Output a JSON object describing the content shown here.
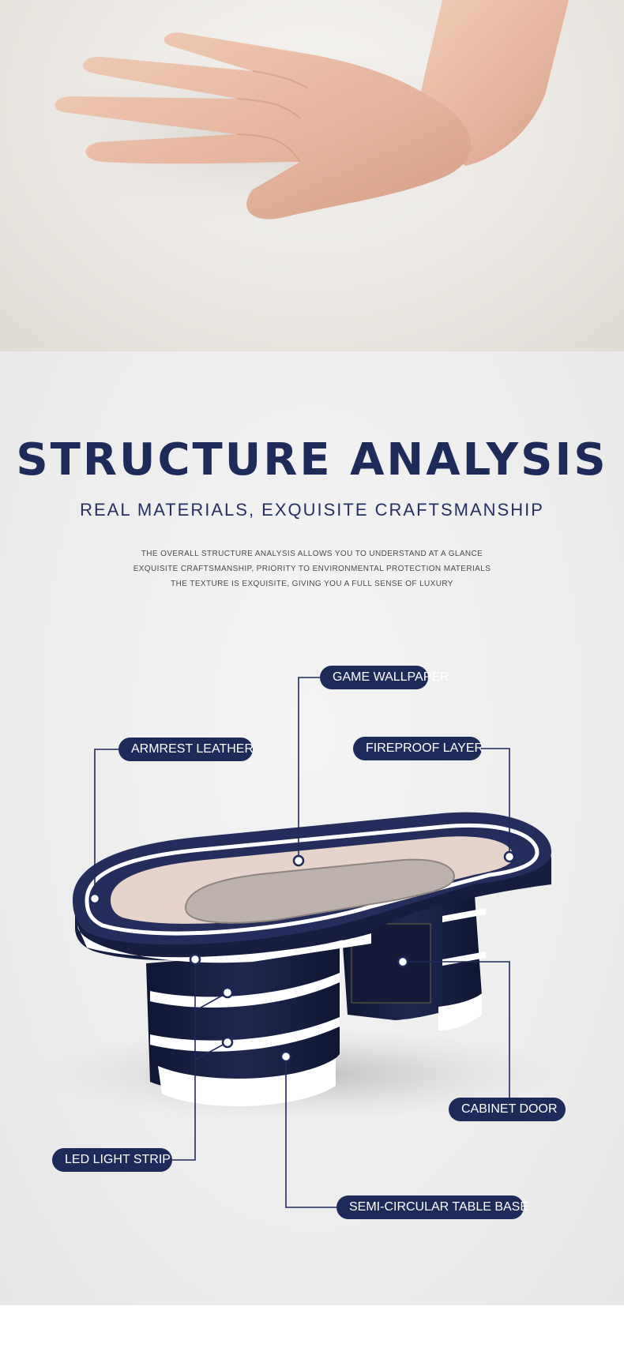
{
  "section": {
    "title": "STRUCTURE ANALYSIS",
    "subtitle": "REAL MATERIALS, EXQUISITE CRAFTSMANSHIP",
    "description": [
      "THE OVERALL STRUCTURE ANALYSIS ALLOWS YOU TO UNDERSTAND AT A GLANCE",
      "EXQUISITE CRAFTSMANSHIP, PRIORITY TO ENVIRONMENTAL PROTECTION MATERIALS",
      "THE TEXTURE IS EXQUISITE, GIVING YOU A FULL SENSE OF LUXURY"
    ]
  },
  "callouts": {
    "game_wallpaper": "GAME WALLPAPER",
    "armrest_leather": "ARMREST LEATHER",
    "fireproof_layer": "FIREPROOF LAYER",
    "cabinet_door": "CABINET DOOR",
    "led_light_strip": "LED LIGHT STRIP",
    "semi_circular_table_base": "SEMI-CIRCULAR TABLE BASE"
  },
  "colors": {
    "navy": "#1e2a5a",
    "felt": "#e6d3cb",
    "felt_inner": "#bdb2ad"
  }
}
